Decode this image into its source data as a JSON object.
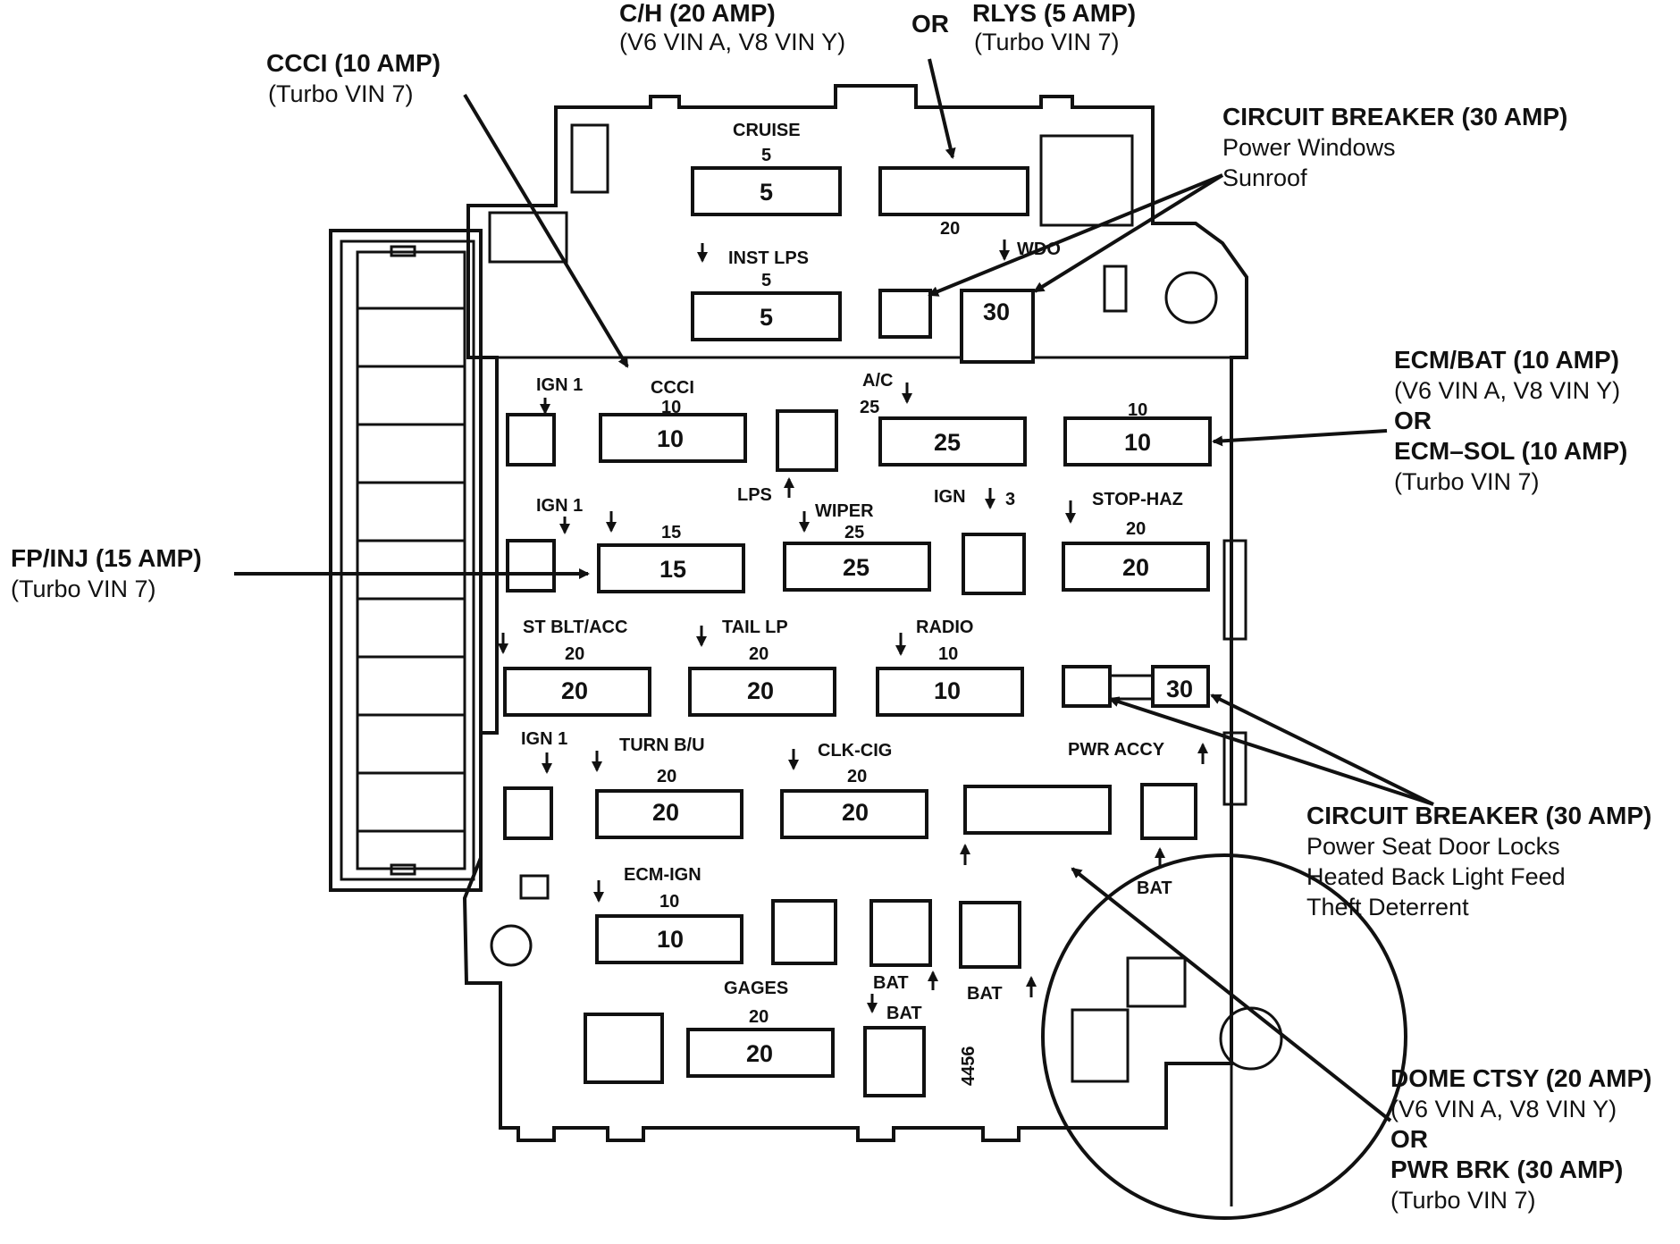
{
  "callouts": {
    "ch": {
      "line1": "C/H (20 AMP)",
      "line2": "(V6 VIN A, V8 VIN Y)"
    },
    "or_top": "OR",
    "rlys": {
      "line1": "RLYS (5 AMP)",
      "line2": "(Turbo VIN 7)"
    },
    "ccci": {
      "line1": "CCCI (10 AMP)",
      "line2": "(Turbo VIN 7)"
    },
    "cb_windows": {
      "line1": "CIRCUIT BREAKER (30 AMP)",
      "line2": "Power Windows",
      "line3": "Sunroof"
    },
    "ecm": {
      "line1": "ECM/BAT (10 AMP)",
      "line2": "(V6 VIN A, V8 VIN Y)",
      "line3": "OR",
      "line4": "ECM–SOL (10 AMP)",
      "line5": "(Turbo VIN 7)"
    },
    "fpinj": {
      "line1": "FP/INJ (15 AMP)",
      "line2": "(Turbo VIN 7)"
    },
    "cb_seat": {
      "line1": "CIRCUIT BREAKER (30 AMP)",
      "line2": "Power Seat Door Locks",
      "line3": "Heated Back Light Feed",
      "line4": "Theft  Deterrent"
    },
    "dome": {
      "line1": "DOME CTSY (20 AMP)",
      "line2": "(V6 VIN A, V8 VIN Y)",
      "line3": "OR",
      "line4": "PWR BRK (30 AMP)",
      "line5": "(Turbo VIN 7)"
    }
  },
  "panel_labels": {
    "cruise": "CRUISE",
    "cruise_small": "5",
    "cruise_val": "5",
    "ch_small": "20",
    "inst_lps": "INST LPS",
    "inst_small": "5",
    "inst_val": "5",
    "wdo": "WDO",
    "cb_val": "30",
    "ign1_a": "IGN 1",
    "ccci": "CCCI",
    "ccci_small": "10",
    "ccci_val": "10",
    "lps": "LPS",
    "ac": "A/C",
    "ac_small": "25",
    "ac_val": "25",
    "ecm_small": "10",
    "ecm_val": "10",
    "ign1_b": "IGN 1",
    "fp_small": "15",
    "fp_val": "15",
    "wiper": "WIPER",
    "wiper_small": "25",
    "wiper_val": "25",
    "ign3": "IGN",
    "ign3_num": "3",
    "stop_haz": "STOP-HAZ",
    "stop_small": "20",
    "stop_val": "20",
    "st_blt": "ST BLT/ACC",
    "st_small": "20",
    "st_val": "20",
    "tail_lp": "TAIL LP",
    "tail_small": "20",
    "tail_val": "20",
    "radio": "RADIO",
    "radio_small": "10",
    "radio_val": "10",
    "cb2_val": "30",
    "pwr_accy": "PWR ACCY",
    "ign1_c": "IGN 1",
    "turn_bu": "TURN B/U",
    "turn_small": "20",
    "turn_val": "20",
    "clk_cig": "CLK-CIG",
    "clk_small": "20",
    "clk_val": "20",
    "bat1": "BAT",
    "ecm_ign": "ECM-IGN",
    "ecmign_small": "10",
    "ecmign_val": "10",
    "gages": "GAGES",
    "gages_small": "20",
    "gages_val": "20",
    "bat2": "BAT",
    "bat3": "BAT",
    "bat4": "BAT",
    "part_no": "4456"
  }
}
